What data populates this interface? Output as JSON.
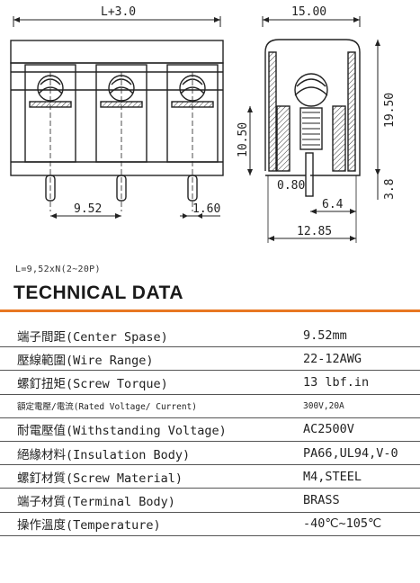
{
  "drawing": {
    "dims": {
      "length": "L+3.0",
      "width": "15.00",
      "height_total": "19.50",
      "height_body": "10.50",
      "pin_offset": "0.80",
      "pin_length": "3.8",
      "pin_span": "6.4",
      "base_width": "12.85",
      "pitch": "9.52",
      "pin_diameter": "1.60"
    }
  },
  "formula": "L=9,52xN(2~20P)",
  "section_title": "TECHNICAL DATA",
  "accent_color": "#e87722",
  "specs": [
    {
      "label": "端子間距(Center Spase)",
      "value": "9.52mm"
    },
    {
      "label": "壓線範圍(Wire Range)",
      "value": "22-12AWG"
    },
    {
      "label": "螺釘扭矩(Screw Torque)",
      "value": "13 lbf.in"
    },
    {
      "label": "額定電壓/電流(Rated Voltage/ Current)",
      "value": "300V,20A"
    },
    {
      "label": "耐電壓值(Withstanding Voltage)",
      "value": "AC2500V"
    },
    {
      "label": "絕緣材料(Insulation Body)",
      "value": "PA66,UL94,V-0"
    },
    {
      "label": "螺釘材質(Screw Material)",
      "value": "M4,STEEL"
    },
    {
      "label": "端子材質(Terminal Body)",
      "value": "BRASS"
    },
    {
      "label": "操作溫度(Temperature)",
      "value": "-40℃~105℃"
    }
  ]
}
